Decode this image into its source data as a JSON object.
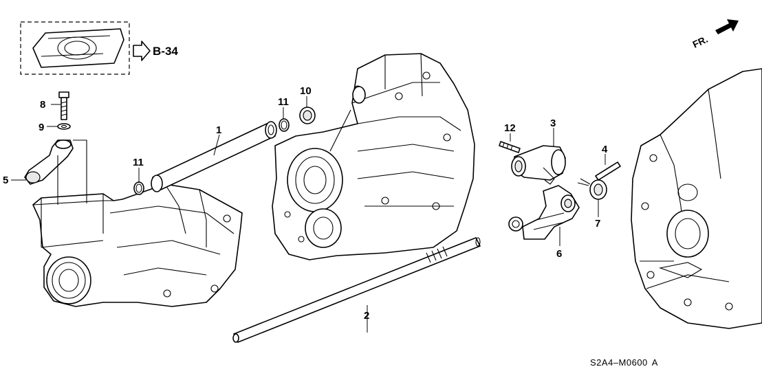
{
  "diagram": {
    "ref_label": "B-34",
    "direction_label": "FR.",
    "diagram_code": "S2A4–M0600",
    "diagram_code_suffix": "A",
    "callouts": {
      "c1": "1",
      "c2": "2",
      "c3": "3",
      "c4": "4",
      "c5": "5",
      "c6": "6",
      "c7": "7",
      "c8": "8",
      "c9": "9",
      "c10": "10",
      "c11a": "11",
      "c11b": "11",
      "c12": "12"
    }
  }
}
